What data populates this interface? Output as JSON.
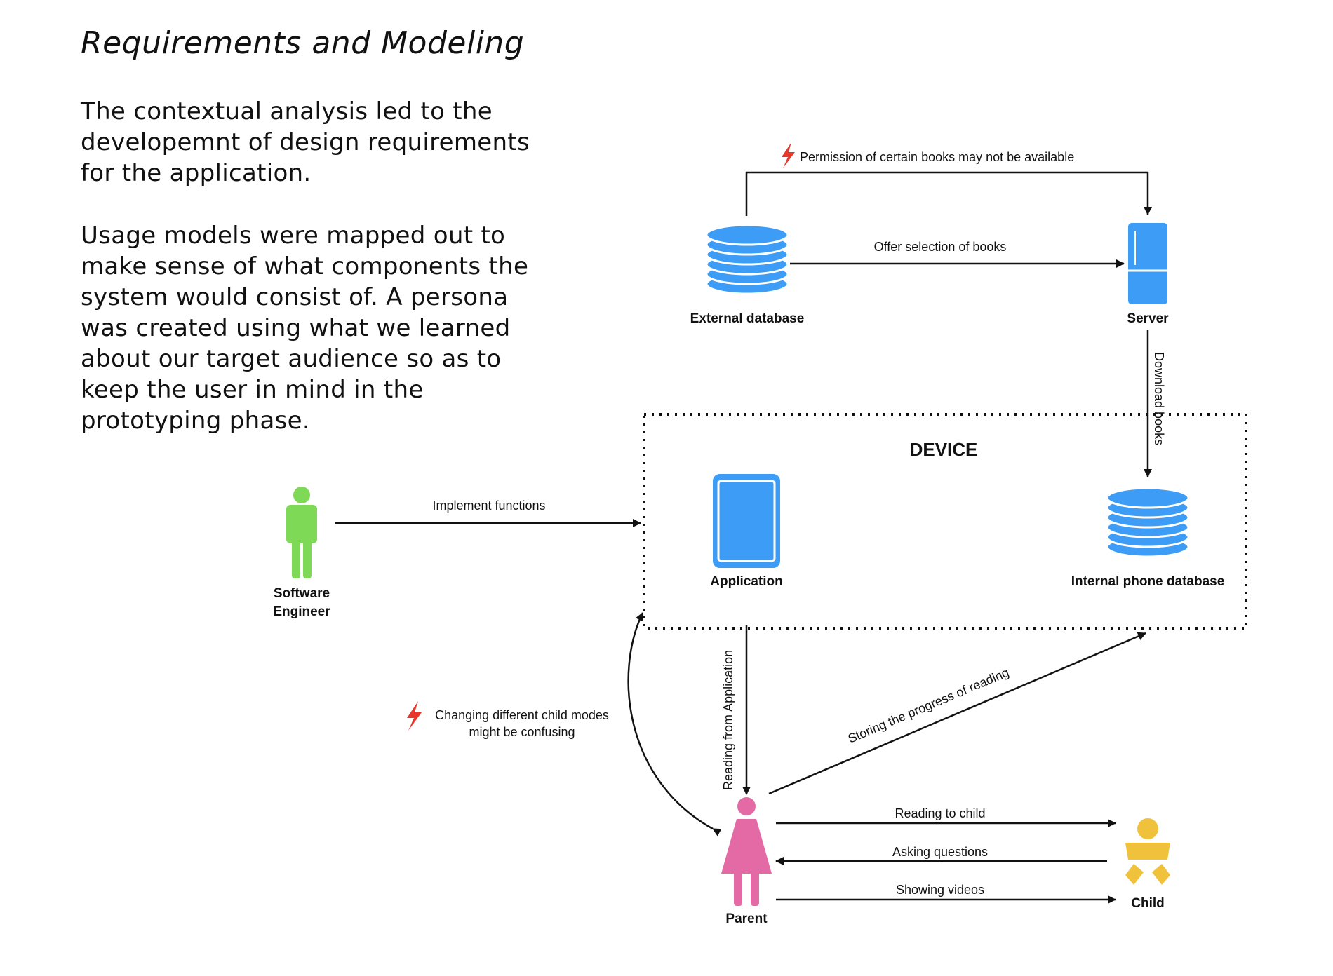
{
  "page": {
    "title": "Requirements and Modeling",
    "paragraph1": "The contextual analysis led to the\ndevelopemnt of design requirements\nfor the application.",
    "paragraph2": "Usage models were mapped out to\nmake sense of what components the\nsystem would consist of.  A persona\nwas created using what we learned\nabout our target audience so as to\nkeep the user in mind in the\nprototyping phase."
  },
  "diagram": {
    "nodes": {
      "external_database": "External database",
      "server": "Server",
      "device": "DEVICE",
      "application": "Application",
      "internal_phone_database": "Internal phone database",
      "software_engineer_line1": "Software",
      "software_engineer_line2": "Engineer",
      "parent": "Parent",
      "child": "Child"
    },
    "edges": {
      "permission": "Permission of certain books may not be available",
      "offer_selection": "Offer selection of books",
      "download_books": "Download books",
      "implement_functions": "Implement functions",
      "reading_from_application": "Reading from Application",
      "storing_progress": "Storing the progress of reading",
      "changing_modes_line1": "Changing different child modes",
      "changing_modes_line2": "might be confusing",
      "reading_to_child": "Reading to child",
      "asking_questions": "Asking questions",
      "showing_videos": "Showing videos"
    },
    "icons": {
      "database": "database-icon",
      "server": "server-icon",
      "tablet": "tablet-icon",
      "engineer": "person-icon",
      "parent": "woman-icon",
      "child": "baby-icon",
      "warning": "lightning-icon"
    },
    "colors": {
      "blue": "#3d9cf5",
      "green": "#7ed957",
      "pink": "#e46aa6",
      "yellow": "#f0c23c",
      "warning": "#e8362d"
    }
  }
}
